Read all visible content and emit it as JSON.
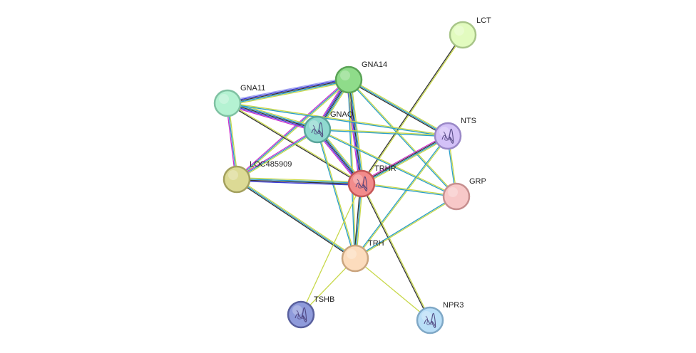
{
  "network": {
    "nodes": [
      {
        "id": "LCT",
        "label": "LCT",
        "color": "#e2fbbf",
        "stroke": "#a8c589",
        "icon": ""
      },
      {
        "id": "GNA14",
        "label": "GNA14",
        "color": "#8fdc8a",
        "stroke": "#5aa356",
        "icon": ""
      },
      {
        "id": "GNA11",
        "label": "GNA11",
        "color": "#b4f2d2",
        "stroke": "#7fc1a2",
        "icon": ""
      },
      {
        "id": "GNAQ",
        "label": "GNAQ",
        "color": "#8fd9cf",
        "stroke": "#5aa59b",
        "icon": "protein-structure-icon"
      },
      {
        "id": "NTS",
        "label": "NTS",
        "color": "#d3c1f7",
        "stroke": "#9a88c7",
        "icon": "peptide-structure-icon"
      },
      {
        "id": "LOC485909",
        "label": "LOC485909",
        "color": "#dcda95",
        "stroke": "#a3a05e",
        "icon": ""
      },
      {
        "id": "TRHR",
        "label": "TRHR",
        "color": "#f28b8b",
        "stroke": "#c45656",
        "icon": "protein-structure-icon"
      },
      {
        "id": "GRP",
        "label": "GRP",
        "color": "#f7c8c8",
        "stroke": "#c68f8f",
        "icon": ""
      },
      {
        "id": "TRH",
        "label": "TRH",
        "color": "#fcdcbd",
        "stroke": "#caa57f",
        "icon": ""
      },
      {
        "id": "TSHB",
        "label": "TSHB",
        "color": "#8f9bdb",
        "stroke": "#59609e",
        "icon": "protein-structure-icon"
      },
      {
        "id": "NPR3",
        "label": "NPR3",
        "color": "#b9def7",
        "stroke": "#7fa8c6",
        "icon": "protein-structure-icon"
      }
    ],
    "edges": [
      {
        "source": "LCT",
        "target": "TRHR",
        "colors": [
          "#c8d84a",
          "#333333"
        ]
      },
      {
        "source": "GNA14",
        "target": "GNA11",
        "colors": [
          "#c8d84a",
          "#2a9ec7",
          "#333333",
          "#3b3bd9",
          "#9f9ff0"
        ]
      },
      {
        "source": "GNA14",
        "target": "GNAQ",
        "colors": [
          "#c8d84a",
          "#2a9ec7",
          "#333333",
          "#3b3bd9",
          "#cc33cc"
        ]
      },
      {
        "source": "GNA14",
        "target": "LOC485909",
        "colors": [
          "#c8d84a",
          "#2a9ec7",
          "#cc33cc"
        ]
      },
      {
        "source": "GNA14",
        "target": "TRHR",
        "colors": [
          "#c8d84a",
          "#2a9ec7",
          "#333333",
          "#3b3bd9",
          "#cc33cc"
        ]
      },
      {
        "source": "GNA14",
        "target": "NTS",
        "colors": [
          "#c8d84a",
          "#2a9ec7",
          "#333333"
        ]
      },
      {
        "source": "GNA14",
        "target": "GRP",
        "colors": [
          "#c8d84a",
          "#2a9ec7"
        ]
      },
      {
        "source": "GNA14",
        "target": "TRH",
        "colors": [
          "#c8d84a",
          "#2a9ec7"
        ]
      },
      {
        "source": "GNA11",
        "target": "GNAQ",
        "colors": [
          "#c8d84a",
          "#2a9ec7",
          "#333333",
          "#3b3bd9",
          "#cc33cc"
        ]
      },
      {
        "source": "GNA11",
        "target": "LOC485909",
        "colors": [
          "#c8d84a",
          "#2a9ec7",
          "#cc33cc"
        ]
      },
      {
        "source": "GNA11",
        "target": "TRHR",
        "colors": [
          "#c8d84a",
          "#333333"
        ]
      },
      {
        "source": "GNA11",
        "target": "NTS",
        "colors": [
          "#c8d84a",
          "#2a9ec7"
        ]
      },
      {
        "source": "GNAQ",
        "target": "LOC485909",
        "colors": [
          "#c8d84a",
          "#2a9ec7",
          "#cc33cc"
        ]
      },
      {
        "source": "GNAQ",
        "target": "TRHR",
        "colors": [
          "#c8d84a",
          "#2a9ec7",
          "#333333",
          "#3b3bd9",
          "#cc33cc"
        ]
      },
      {
        "source": "GNAQ",
        "target": "NTS",
        "colors": [
          "#c8d84a",
          "#2a9ec7"
        ]
      },
      {
        "source": "GNAQ",
        "target": "GRP",
        "colors": [
          "#c8d84a",
          "#2a9ec7"
        ]
      },
      {
        "source": "GNAQ",
        "target": "TRH",
        "colors": [
          "#c8d84a",
          "#2a9ec7"
        ]
      },
      {
        "source": "LOC485909",
        "target": "TRHR",
        "colors": [
          "#c8d84a",
          "#2a9ec7",
          "#333333",
          "#3b3bd9"
        ]
      },
      {
        "source": "LOC485909",
        "target": "TRH",
        "colors": [
          "#c8d84a",
          "#2a9ec7",
          "#333333"
        ]
      },
      {
        "source": "NTS",
        "target": "TRHR",
        "colors": [
          "#c8d84a",
          "#2a9ec7",
          "#333333",
          "#cc33cc"
        ]
      },
      {
        "source": "NTS",
        "target": "GRP",
        "colors": [
          "#c8d84a",
          "#2a9ec7"
        ]
      },
      {
        "source": "NTS",
        "target": "TRH",
        "colors": [
          "#c8d84a",
          "#2a9ec7"
        ]
      },
      {
        "source": "TRHR",
        "target": "GRP",
        "colors": [
          "#c8d84a",
          "#2a9ec7"
        ]
      },
      {
        "source": "TRHR",
        "target": "TRH",
        "colors": [
          "#c8d84a",
          "#2a9ec7",
          "#333333"
        ]
      },
      {
        "source": "TRHR",
        "target": "TSHB",
        "colors": [
          "#c8d84a"
        ]
      },
      {
        "source": "TRHR",
        "target": "NPR3",
        "colors": [
          "#c8d84a",
          "#333333"
        ]
      },
      {
        "source": "GRP",
        "target": "TRH",
        "colors": [
          "#c8d84a",
          "#2a9ec7"
        ]
      },
      {
        "source": "TRH",
        "target": "NPR3",
        "colors": [
          "#c8d84a"
        ]
      },
      {
        "source": "TRH",
        "target": "TSHB",
        "colors": [
          "#c8d84a"
        ]
      }
    ]
  }
}
